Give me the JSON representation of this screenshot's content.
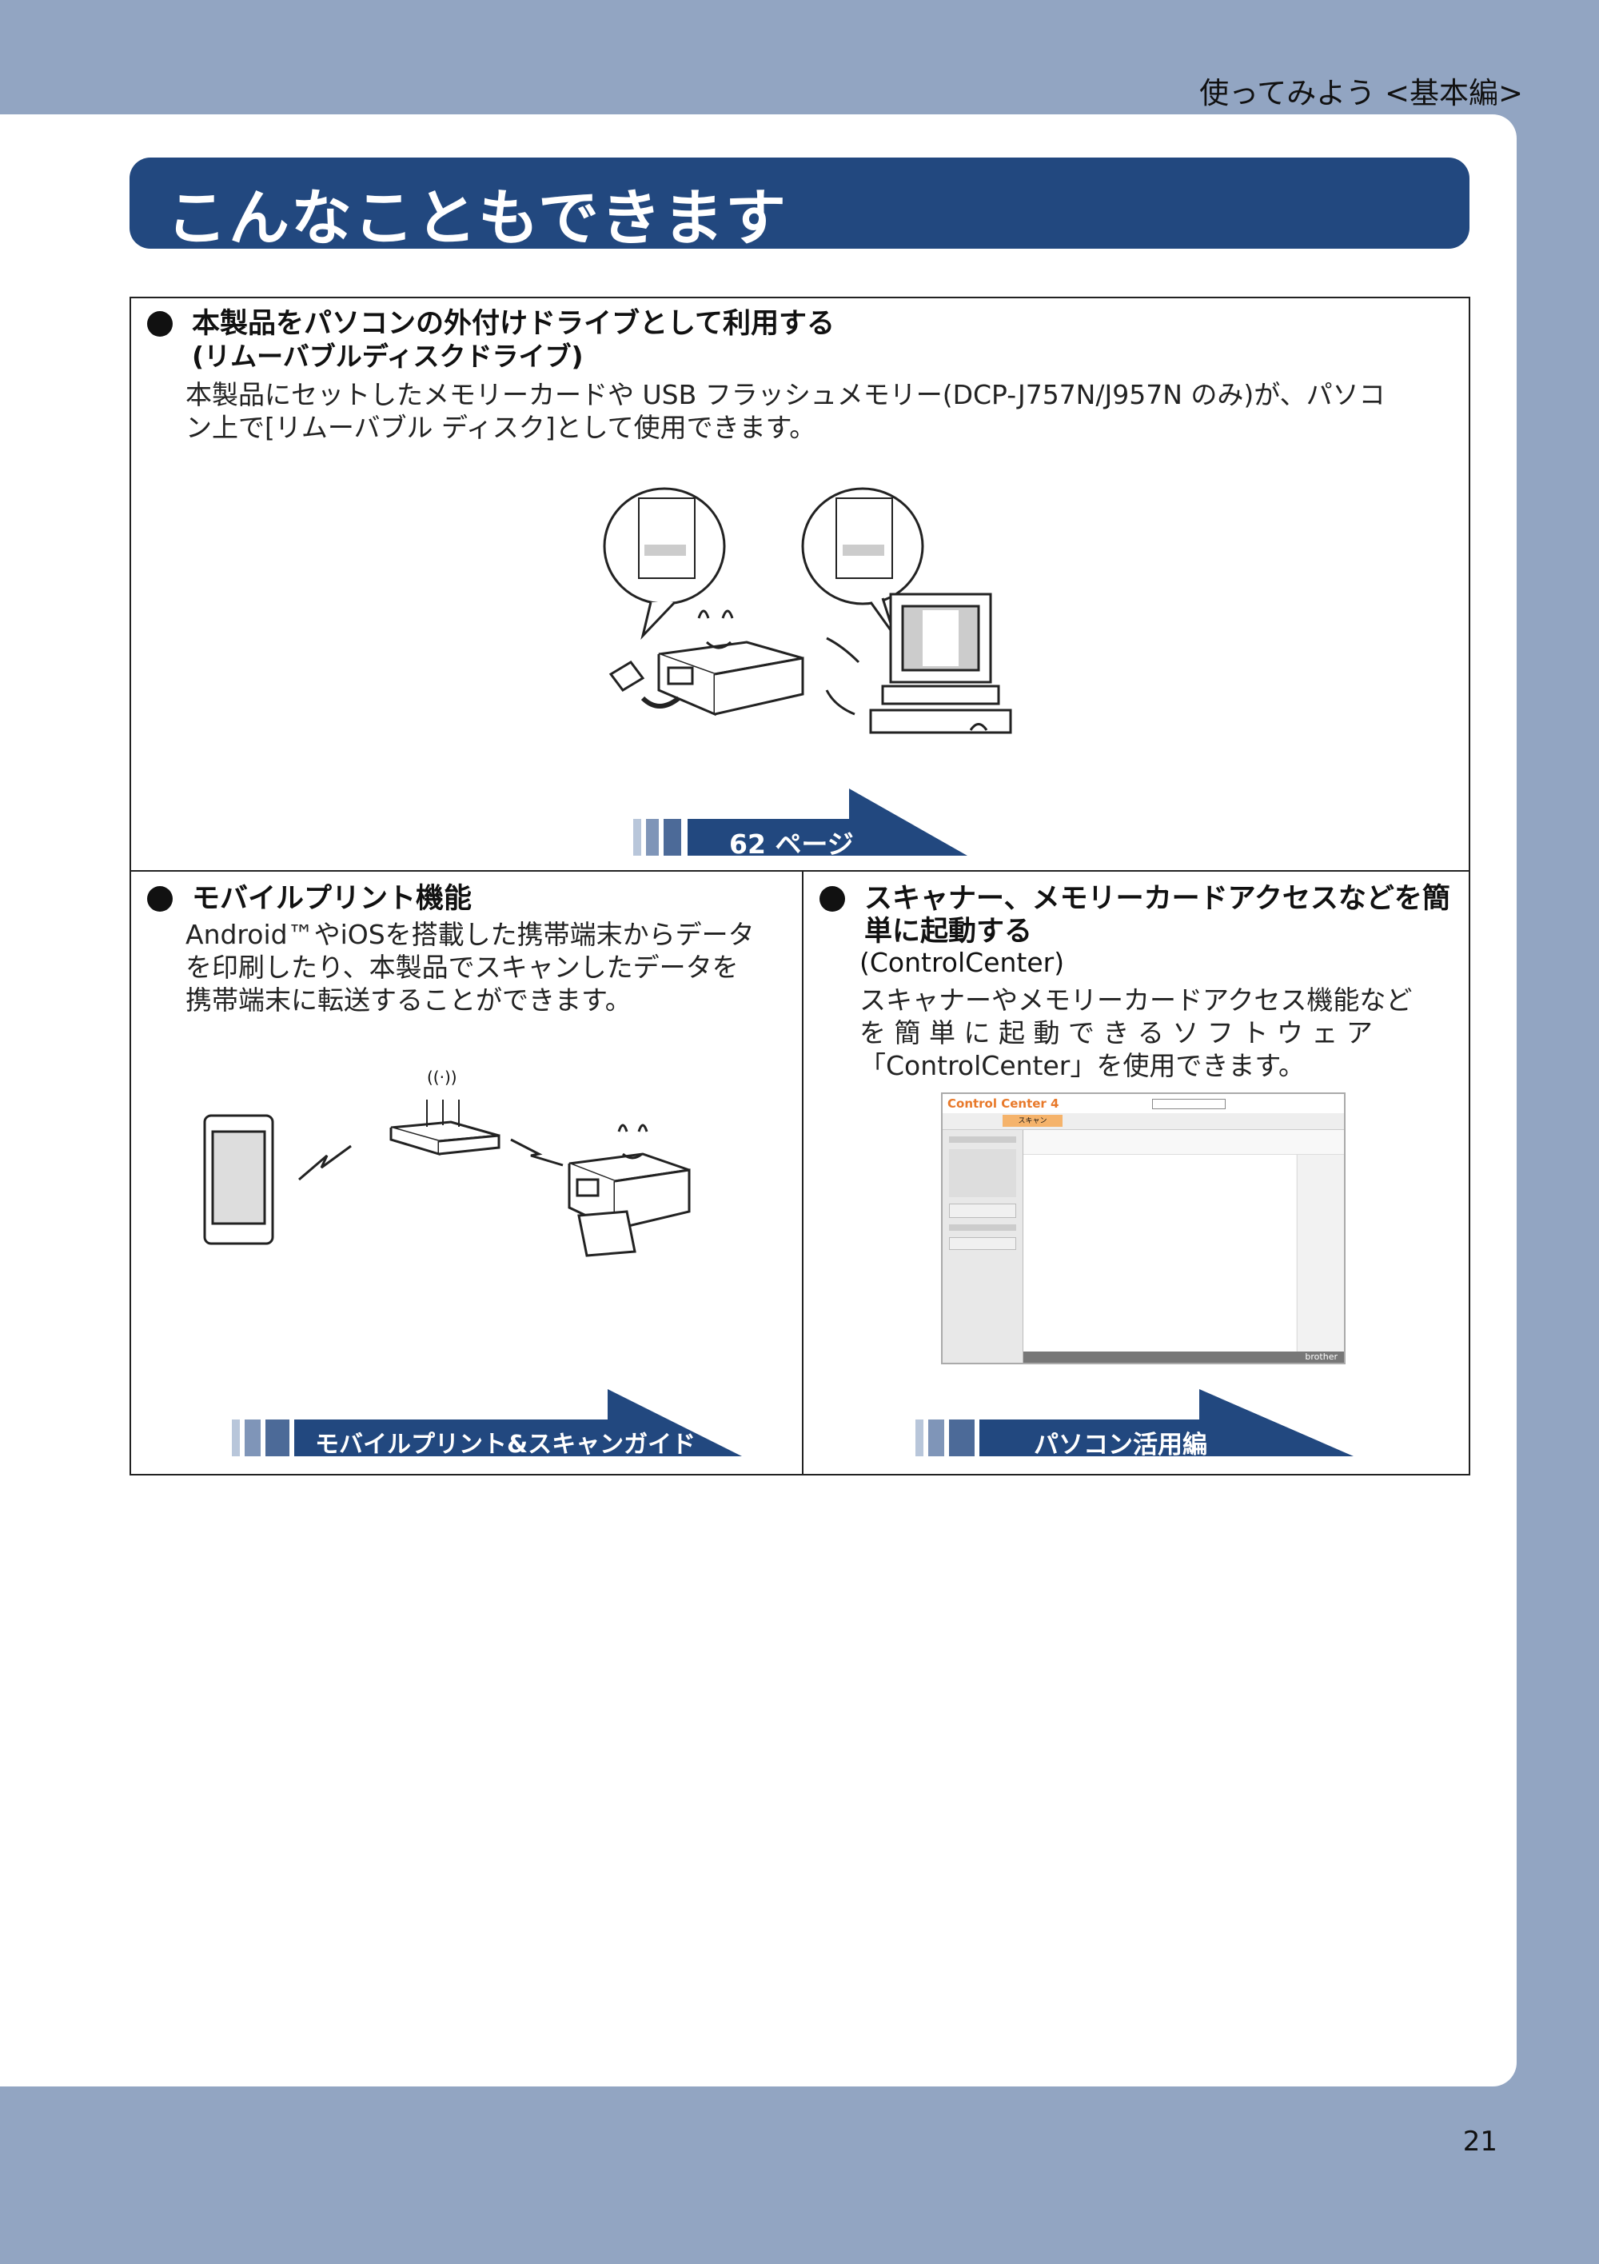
{
  "header": {
    "section": "使ってみよう <基本編>"
  },
  "title": "こんなこともできます",
  "sections": [
    {
      "heading_line1": "本製品をパソコンの外付けドライブとして利用する",
      "heading_line2": "(リムーバブルディスクドライブ)",
      "body_line1": "本製品にセットしたメモリーカードや USB フラッシュメモリー(DCP-J757N/J957N のみ)が、パソコ",
      "body_line2": "ン上で[リムーバブル ディスク]として使用できます。",
      "link_label": "62 ページ"
    },
    {
      "heading": "モバイルプリント機能",
      "body_line1": "Android™やiOSを搭載した携帯端末からデータ",
      "body_line2": "を印刷したり、本製品でスキャンしたデータを",
      "body_line3": "携帯端末に転送することができます。",
      "wifi_label": "((·))",
      "link_label": "モバイルプリント&スキャンガイド"
    },
    {
      "heading_line1": "スキャナー、メモリーカードアクセスなどを簡",
      "heading_line2": "単に起動する",
      "sub": "(ControlCenter)",
      "body_line1": "スキャナーやメモリーカードアクセス機能など",
      "body_line2": "を 簡 単 に 起 動 で き る ソ フ ト ウ ェ ア",
      "body_line3": "「ControlCenter」を使用できます。",
      "app_title": "Control Center 4",
      "app_tab_scan": "スキャン",
      "app_brand": "brother",
      "link_label": "パソコン活用編"
    }
  ],
  "page_number": "21",
  "colors": {
    "accent": "#22487f",
    "band": "#92a5c2",
    "app_orange": "#e8792a"
  }
}
